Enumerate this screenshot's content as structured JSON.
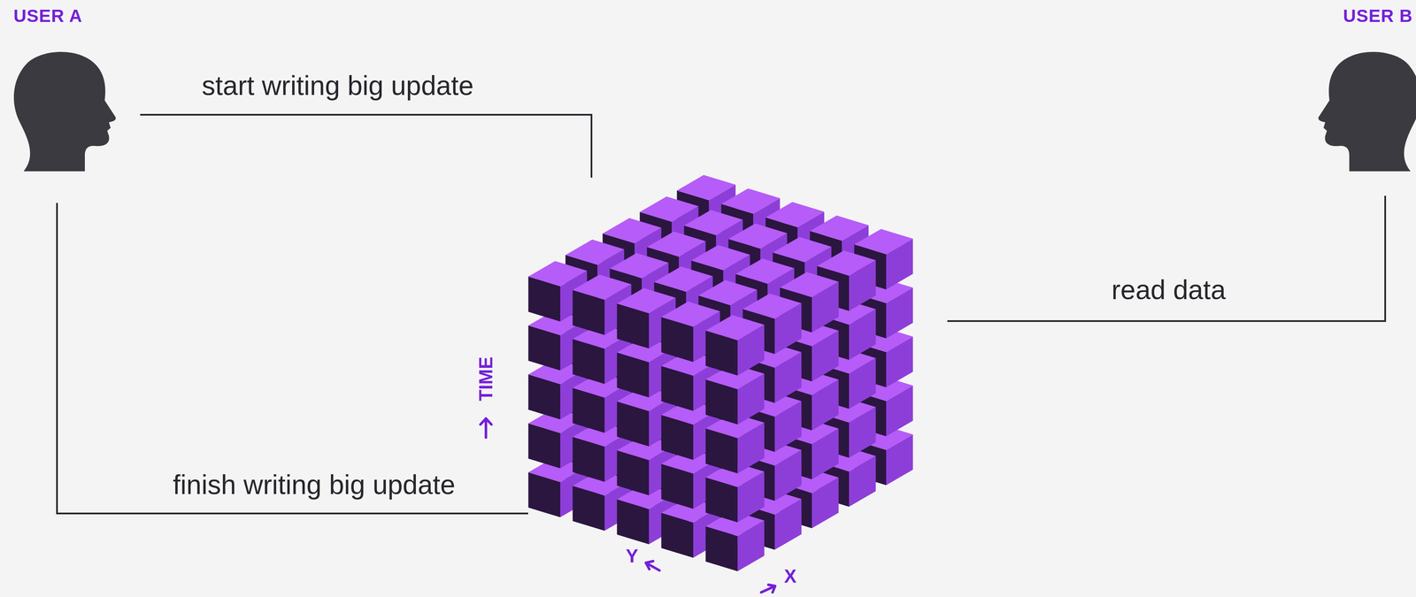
{
  "diagram": {
    "nodes": [
      {
        "text": [
          "USER A"
        ]
      },
      {
        "text": [
          "USER B"
        ]
      }
    ],
    "labels": [
      "start writing big update",
      "finish writing big update",
      "read data",
      "TIME",
      "Y",
      "X"
    ]
  }
}
